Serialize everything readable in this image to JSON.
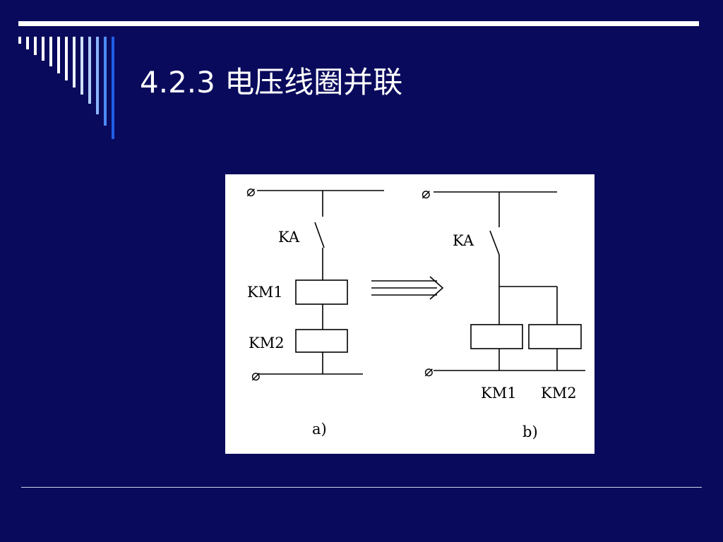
{
  "slide": {
    "title": "4.2.3 电压线圈并联",
    "colors": {
      "background": "#0a0a5c",
      "title_text": "#ffffff",
      "rule": "#ffffff",
      "stripe_light": "#ffffff",
      "stripe_blue": "#1f5ee6"
    }
  },
  "diagram": {
    "panel_a": {
      "terminal_top": "⌀",
      "contact_label": "KA",
      "coil1_label": "KM1",
      "coil2_label": "KM2",
      "terminal_bottom": "⌀",
      "caption": "a)"
    },
    "panel_b": {
      "terminal_top": "⌀",
      "contact_label": "KA",
      "coil1_label": "KM1",
      "coil2_label": "KM2",
      "terminal_bottom": "⌀",
      "caption": "b)"
    }
  }
}
